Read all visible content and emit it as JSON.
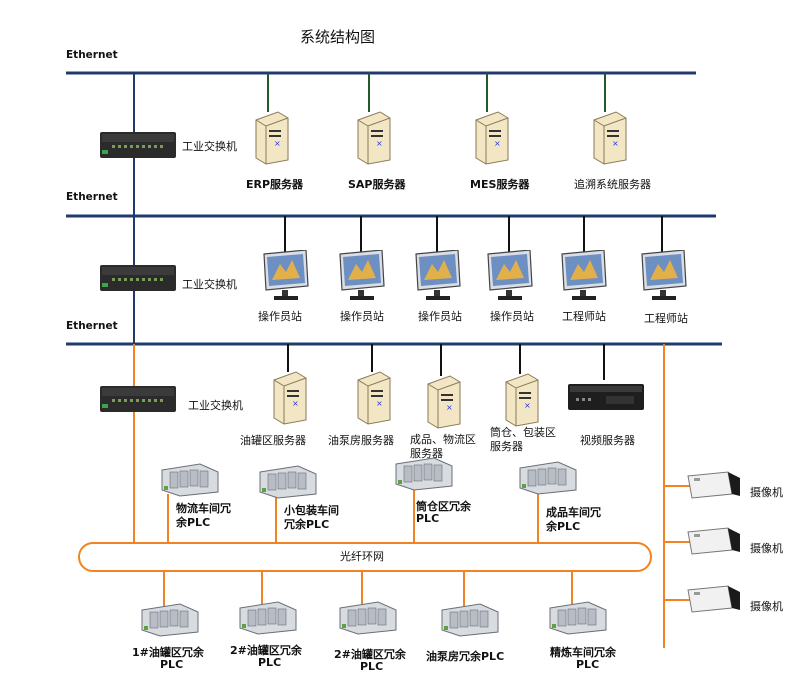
{
  "title": "系统结构图",
  "ethernet_labels": [
    "Ethernet",
    "Ethernet",
    "Ethernet"
  ],
  "switch_label": "工业交换机",
  "layer1_servers": [
    "ERP服务器",
    "SAP服务器",
    "MES服务器",
    "追溯系统服务器"
  ],
  "layer2_workstations": [
    "操作员站",
    "操作员站",
    "操作员站",
    "操作员站",
    "工程师站",
    "工程师站"
  ],
  "layer3_servers": {
    "oil_tank": "油罐区服务器",
    "pump_room": "油泵房服务器",
    "finished_logistics": [
      "成品、物流区",
      "服务器"
    ],
    "silo_packing": [
      "筒仓、包装区",
      "服务器"
    ],
    "video": "视频服务器"
  },
  "upper_plcs": [
    [
      "物流车间冗",
      "余PLC"
    ],
    [
      "小包装车间",
      "冗余PLC"
    ],
    [
      "筒仓区冗余",
      "PLC"
    ],
    [
      "成品车间冗",
      "余PLC"
    ]
  ],
  "ring_label": "光纤环网",
  "lower_plcs": [
    [
      "1#油罐区冗余",
      "PLC"
    ],
    [
      "2#油罐区冗余",
      "PLC"
    ],
    [
      "2#油罐区冗余",
      "PLC"
    ],
    [
      "油泵房冗余PLC"
    ],
    [
      "精炼车间冗余",
      "PLC"
    ]
  ],
  "cameras": [
    "摄像机",
    "摄像机",
    "摄像机"
  ],
  "colors": {
    "bus": "#1f3b6e",
    "fiber": "#f08422",
    "server_drop": "#1e5a2a",
    "black_drop": "#111111"
  }
}
